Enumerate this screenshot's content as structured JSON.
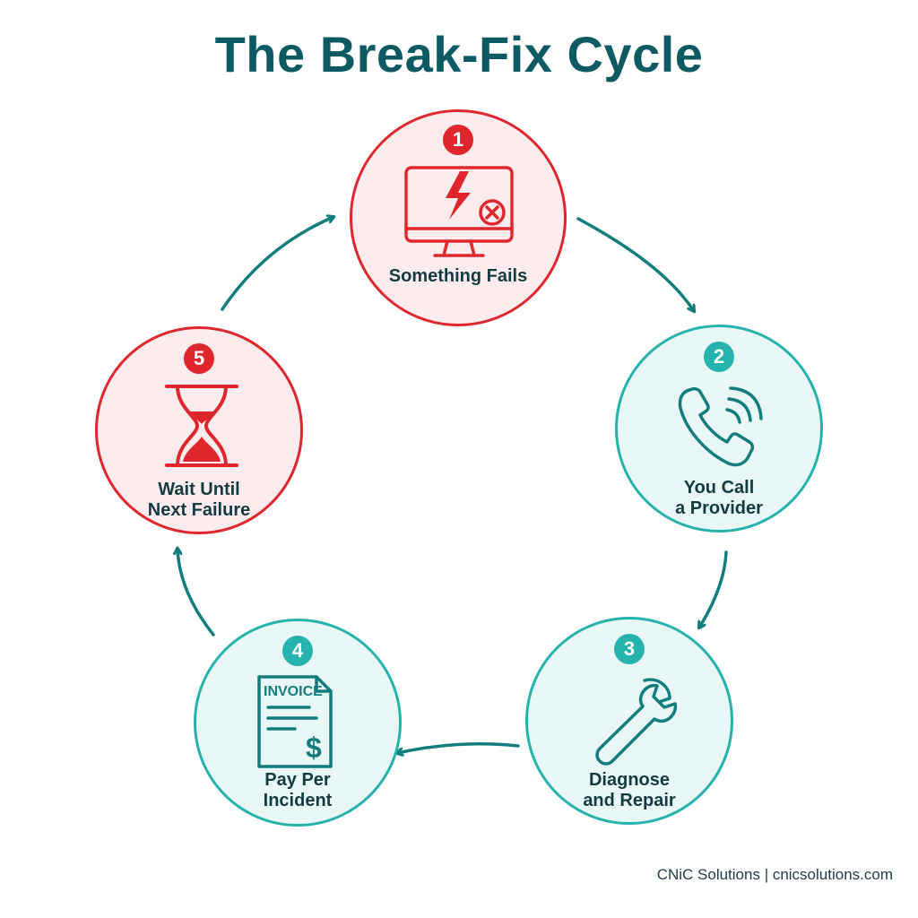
{
  "title": "The Break-Fix Cycle",
  "steps": [
    {
      "number": "1",
      "label": "Something Fails",
      "icon": "broken-monitor-icon",
      "color": "#e0262d"
    },
    {
      "number": "2",
      "label": "You Call\na Provider",
      "icon": "phone-icon",
      "color": "#27b3ad"
    },
    {
      "number": "3",
      "label": "Diagnose\nand Repair",
      "icon": "wrench-icon",
      "color": "#27b3ad"
    },
    {
      "number": "4",
      "label": "Pay Per\nIncident",
      "icon": "invoice-icon",
      "color": "#27b3ad",
      "invoice_word": "INVOICE",
      "currency_symbol": "$"
    },
    {
      "number": "5",
      "label": "Wait Until\nNext Failure",
      "icon": "hourglass-icon",
      "color": "#e0262d"
    }
  ],
  "arrow_color": "#137d7e",
  "footer": "CNiC Solutions | cnicsolutions.com"
}
